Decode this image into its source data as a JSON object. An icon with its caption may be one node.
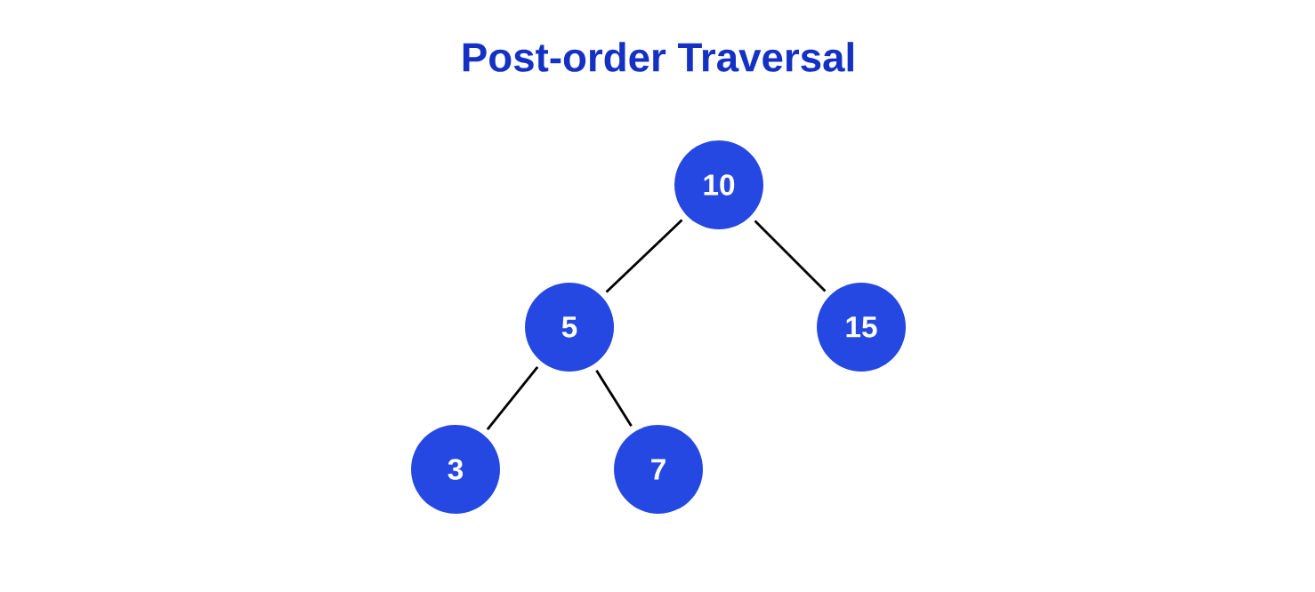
{
  "diagram": {
    "title": "Post-order Traversal",
    "nodes": [
      {
        "text": [
          "10"
        ]
      },
      {
        "text": [
          "5"
        ]
      },
      {
        "text": [
          "15"
        ]
      },
      {
        "text": [
          "3"
        ]
      },
      {
        "text": [
          "7"
        ]
      }
    ],
    "edges": [
      {
        "from": 0,
        "to": 1,
        "arrow": "none"
      },
      {
        "from": 0,
        "to": 2,
        "arrow": "none"
      },
      {
        "from": 1,
        "to": 3,
        "arrow": "none"
      },
      {
        "from": 1,
        "to": 4,
        "arrow": "none"
      }
    ]
  }
}
